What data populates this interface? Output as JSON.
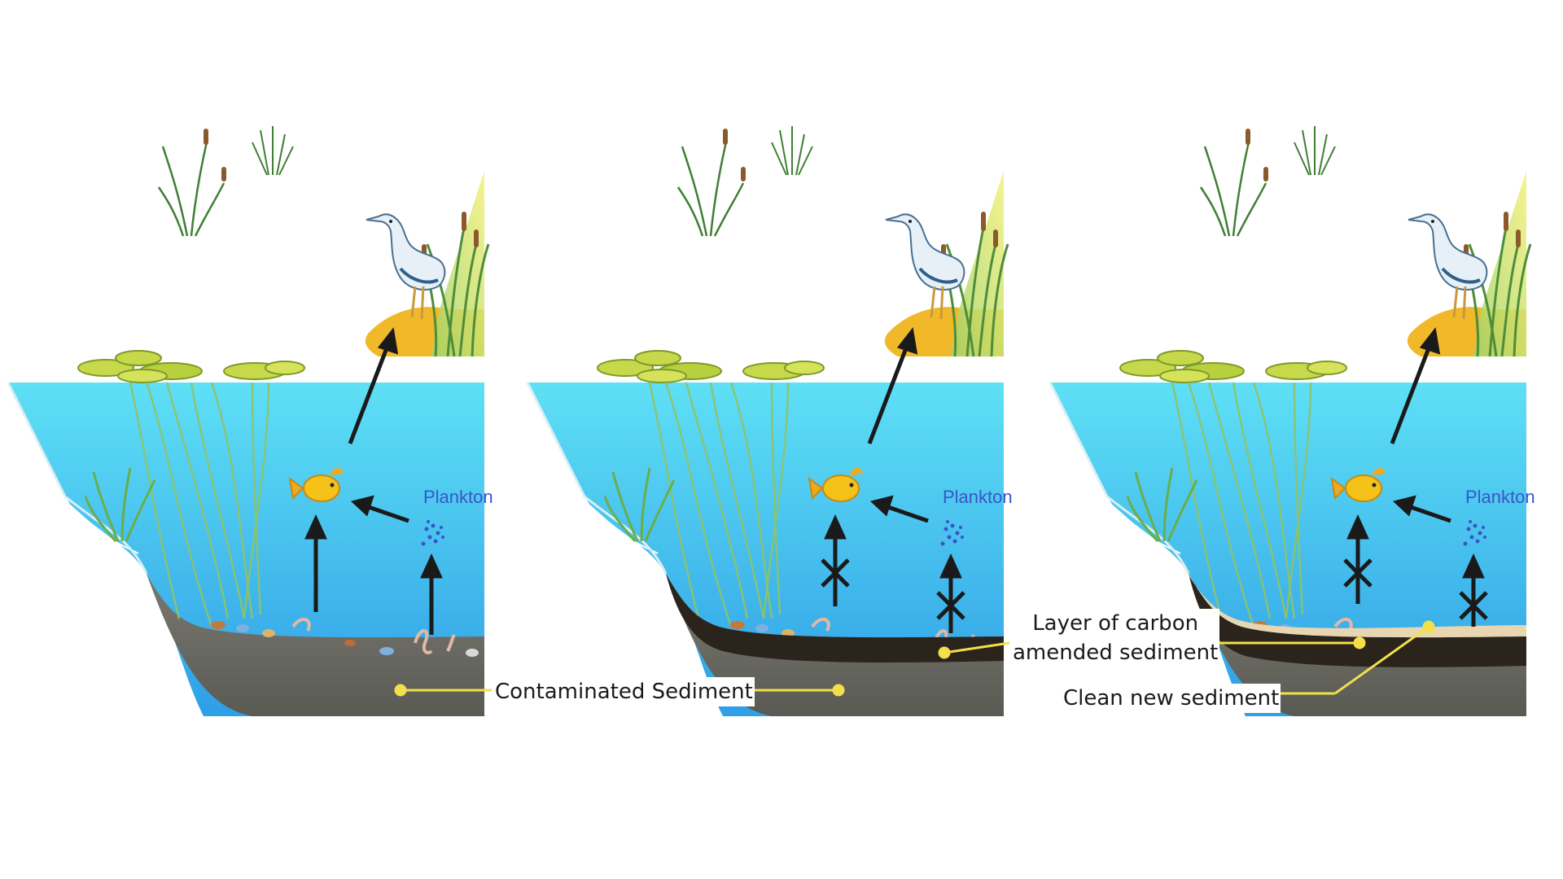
{
  "panels": [
    {
      "id": "baseline",
      "plankton_label": "Plankton",
      "pathway_blocked": false,
      "sediment_layers": [
        "contaminated"
      ]
    },
    {
      "id": "carbon-amended",
      "plankton_label": "Plankton",
      "pathway_blocked": true,
      "sediment_layers": [
        "contaminated",
        "carbon-amended"
      ]
    },
    {
      "id": "clean-cap",
      "plankton_label": "Plankton",
      "pathway_blocked": true,
      "sediment_layers": [
        "contaminated",
        "carbon-amended",
        "clean"
      ]
    }
  ],
  "callouts": {
    "contaminated": "Contaminated Sediment",
    "carbon_line1": "Layer of carbon",
    "carbon_line2": "amended sediment",
    "clean": "Clean new sediment"
  },
  "colors": {
    "water_top": "#5ee0f5",
    "water_bottom": "#2f9fe6",
    "contaminated_sediment": "#6e6e68",
    "carbon_layer": "#2b241c",
    "clean_layer": "#e8d6b0",
    "callout_line": "#f2e04a",
    "arrow": "#1a1a1a",
    "fish": "#f5c21a",
    "plankton": "#3a55c8",
    "lily_pad": "#c7d94a",
    "bank": "#f1b92a"
  },
  "icons": [
    "cattail-icon",
    "grass-tuft-icon",
    "heron-icon",
    "lily-pad-icon",
    "fish-icon",
    "plankton-icon",
    "worm-icon",
    "clam-icon",
    "arrow-up-icon",
    "blocked-x-icon"
  ]
}
